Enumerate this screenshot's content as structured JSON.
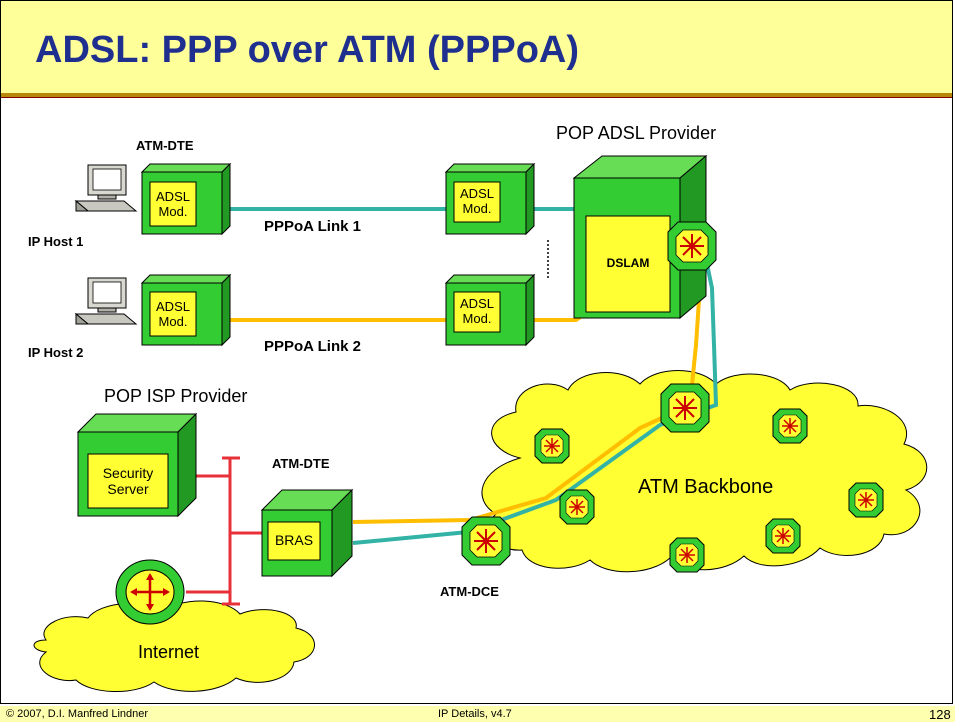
{
  "title": "ADSL: PPP over ATM (PPPoA)",
  "labels": {
    "atm_dte_top": "ATM-DTE",
    "pop_adsl_provider": "POP ADSL Provider",
    "ip_host_1": "IP Host 1",
    "ip_host_2": "IP Host 2",
    "pppoa_link_1": "PPPoA Link 1",
    "pppoa_link_2": "PPPoA Link 2",
    "pop_isp_provider": "POP ISP Provider",
    "atm_dte_bras": "ATM-DTE",
    "atm_dce": "ATM-DCE",
    "atm_backbone": "ATM Backbone",
    "internet": "Internet"
  },
  "devices": {
    "modem_host1": [
      "ADSL",
      "Mod."
    ],
    "modem_host2": [
      "ADSL",
      "Mod."
    ],
    "modem_pop1": [
      "ADSL",
      "Mod."
    ],
    "modem_pop2": [
      "ADSL",
      "Mod."
    ],
    "dslam": "DSLAM",
    "security_server": [
      "Security",
      "Server"
    ],
    "bras": "BRAS"
  },
  "footer": {
    "left": "© 2007, D.I. Manfred Lindner",
    "center": "IP Details, v4.7",
    "right": "128"
  },
  "colors": {
    "title_bg": "#ffff99",
    "title_text": "#1f2f8f",
    "box_green": "#33cc33",
    "box_yellow": "#ffff33",
    "cloud_yellow": "#ffff33",
    "link1": "#33b3a6",
    "link2": "#ffbf00",
    "lan": "#e8303a"
  }
}
